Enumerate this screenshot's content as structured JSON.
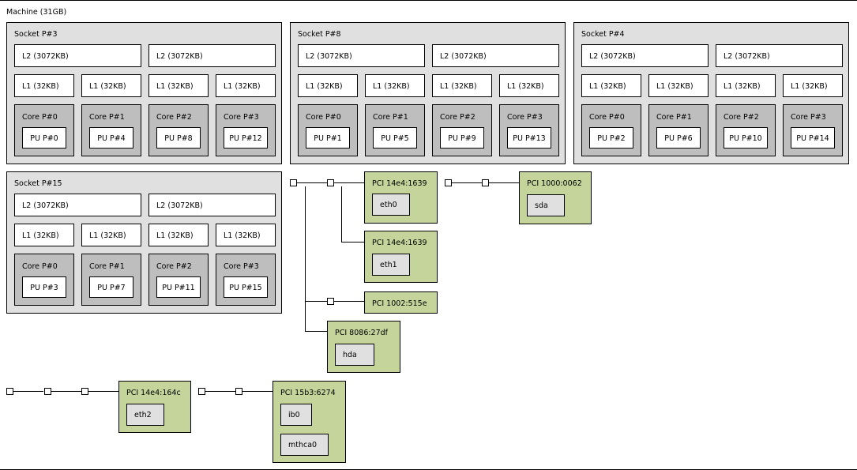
{
  "machine": {
    "label": "Machine (31GB)"
  },
  "sockets": [
    {
      "label": "Socket P#3",
      "l2": [
        "L2 (3072KB)",
        "L2 (3072KB)"
      ],
      "l1": [
        "L1 (32KB)",
        "L1 (32KB)",
        "L1 (32KB)",
        "L1 (32KB)"
      ],
      "cores": [
        {
          "label": "Core P#0",
          "pu": "PU P#0"
        },
        {
          "label": "Core P#1",
          "pu": "PU P#4"
        },
        {
          "label": "Core P#2",
          "pu": "PU P#8"
        },
        {
          "label": "Core P#3",
          "pu": "PU P#12"
        }
      ]
    },
    {
      "label": "Socket P#8",
      "l2": [
        "L2 (3072KB)",
        "L2 (3072KB)"
      ],
      "l1": [
        "L1 (32KB)",
        "L1 (32KB)",
        "L1 (32KB)",
        "L1 (32KB)"
      ],
      "cores": [
        {
          "label": "Core P#0",
          "pu": "PU P#1"
        },
        {
          "label": "Core P#1",
          "pu": "PU P#5"
        },
        {
          "label": "Core P#2",
          "pu": "PU P#9"
        },
        {
          "label": "Core P#3",
          "pu": "PU P#13"
        }
      ]
    },
    {
      "label": "Socket P#4",
      "l2": [
        "L2 (3072KB)",
        "L2 (3072KB)"
      ],
      "l1": [
        "L1 (32KB)",
        "L1 (32KB)",
        "L1 (32KB)",
        "L1 (32KB)"
      ],
      "cores": [
        {
          "label": "Core P#0",
          "pu": "PU P#2"
        },
        {
          "label": "Core P#1",
          "pu": "PU P#6"
        },
        {
          "label": "Core P#2",
          "pu": "PU P#10"
        },
        {
          "label": "Core P#3",
          "pu": "PU P#14"
        }
      ]
    },
    {
      "label": "Socket P#15",
      "l2": [
        "L2 (3072KB)",
        "L2 (3072KB)"
      ],
      "l1": [
        "L1 (32KB)",
        "L1 (32KB)",
        "L1 (32KB)",
        "L1 (32KB)"
      ],
      "cores": [
        {
          "label": "Core P#0",
          "pu": "PU P#3"
        },
        {
          "label": "Core P#1",
          "pu": "PU P#7"
        },
        {
          "label": "Core P#2",
          "pu": "PU P#11"
        },
        {
          "label": "Core P#3",
          "pu": "PU P#15"
        }
      ]
    }
  ],
  "pci": [
    {
      "label": "PCI 14e4:1639",
      "os": [
        "eth0"
      ]
    },
    {
      "label": "PCI 14e4:1639",
      "os": [
        "eth1"
      ]
    },
    {
      "label": "PCI 1002:515e",
      "os": []
    },
    {
      "label": "PCI 8086:27df",
      "os": [
        "hda"
      ]
    },
    {
      "label": "PCI 1000:0062",
      "os": [
        "sda"
      ]
    },
    {
      "label": "PCI 14e4:164c",
      "os": [
        "eth2"
      ]
    },
    {
      "label": "PCI 15b3:6274",
      "os": [
        "ib0",
        "mthca0"
      ]
    }
  ],
  "colors": {
    "socket": "#e0e0e0",
    "core": "#bebebe",
    "pci": "#c4d49b",
    "os": "#e0e0e0",
    "cache": "#ffffff"
  }
}
